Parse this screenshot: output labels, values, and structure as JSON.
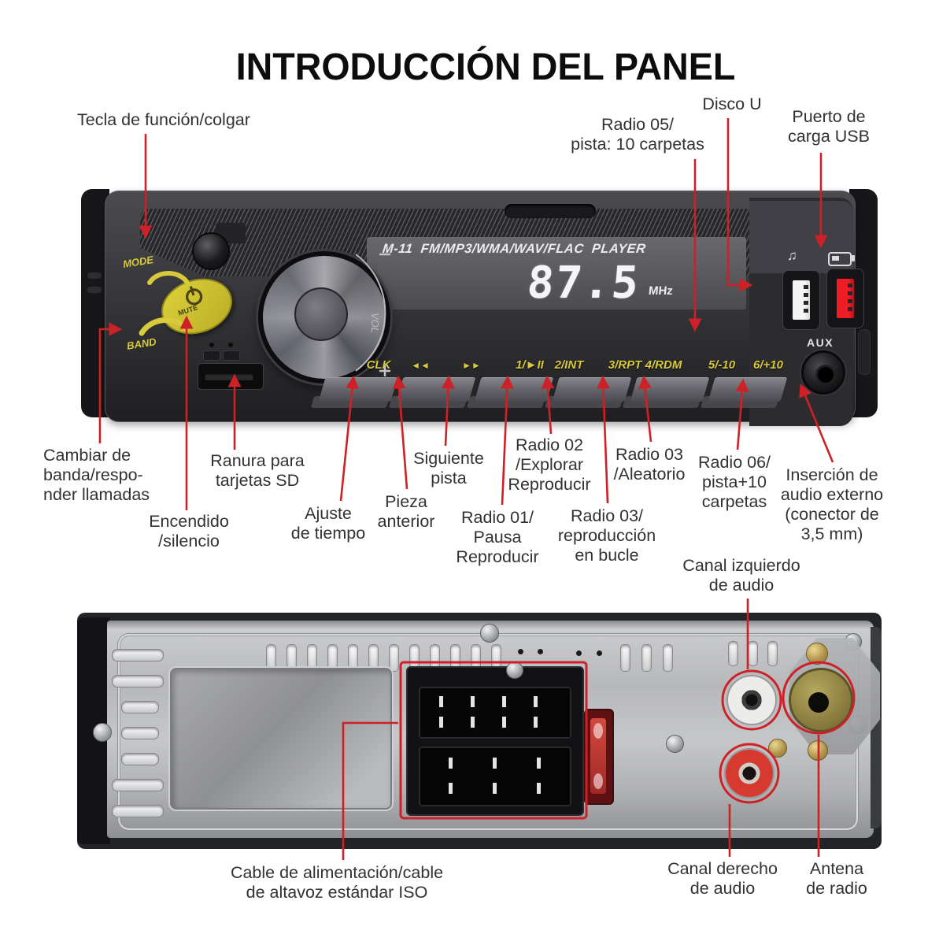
{
  "title": "INTRODUCCIÓN DEL PANEL",
  "colors": {
    "annotation_red": "#ce2127",
    "panel_yellow": "#d7ca3c",
    "display_text": "#f5f5f7"
  },
  "front_panel": {
    "brand": "M-11  FM/MP3/WMA/WAV/FLAC  PLAYER",
    "display": {
      "frequency": "87.5",
      "unit": "MHz"
    },
    "keys": {
      "mode": "MODE",
      "band": "BAND",
      "mute": "MUTE",
      "clk": "CLK",
      "prev": "◄◄",
      "next": "►►",
      "k1": "1/►II",
      "k2": "2/INT",
      "k3": "3/RPT",
      "k4": "4/RDM",
      "k5": "5/-10",
      "k6": "6/+10",
      "aux": "AUX",
      "vol": "VOL"
    },
    "icons": {
      "music_note": "♫"
    }
  },
  "callouts": {
    "function_key": {
      "text": "Tecla de función/colgar"
    },
    "radio05": {
      "text": "Radio 05/\npista: 10 carpetas"
    },
    "disco_u": {
      "text": "Disco U"
    },
    "usb_charge": {
      "text": "Puerto de\ncarga USB"
    },
    "band_change": {
      "text": "Cambiar de\nbanda/respo-\nnder llamadas"
    },
    "power_mute": {
      "text": "Encendido\n/silencio"
    },
    "sd_slot": {
      "text": "Ranura para\ntarjetas SD"
    },
    "time_adjust": {
      "text": "Ajuste\nde tiempo"
    },
    "prev_track": {
      "text": "Pieza\nanterior"
    },
    "next_track": {
      "text": "Siguiente\npista"
    },
    "radio01": {
      "text": "Radio 01/\nPausa\nReproducir"
    },
    "radio02": {
      "text": "Radio 02\n/Explorar\nReproducir"
    },
    "radio03_loop": {
      "text": "Radio 03/\nreproducción\nen bucle"
    },
    "radio03_random": {
      "text": "Radio 03\n/Aleatorio"
    },
    "radio06": {
      "text": "Radio 06/\npista+10\ncarpetas"
    },
    "aux_in": {
      "text": "Inserción de\naudio externo\n(conector de\n3,5 mm)"
    },
    "left_channel": {
      "text": "Canal izquierdo\nde audio"
    },
    "iso_cable": {
      "text": "Cable de alimentación/cable\nde altavoz estándar ISO"
    },
    "right_channel": {
      "text": "Canal derecho\nde audio"
    },
    "antenna": {
      "text": "Antena\nde radio"
    }
  }
}
